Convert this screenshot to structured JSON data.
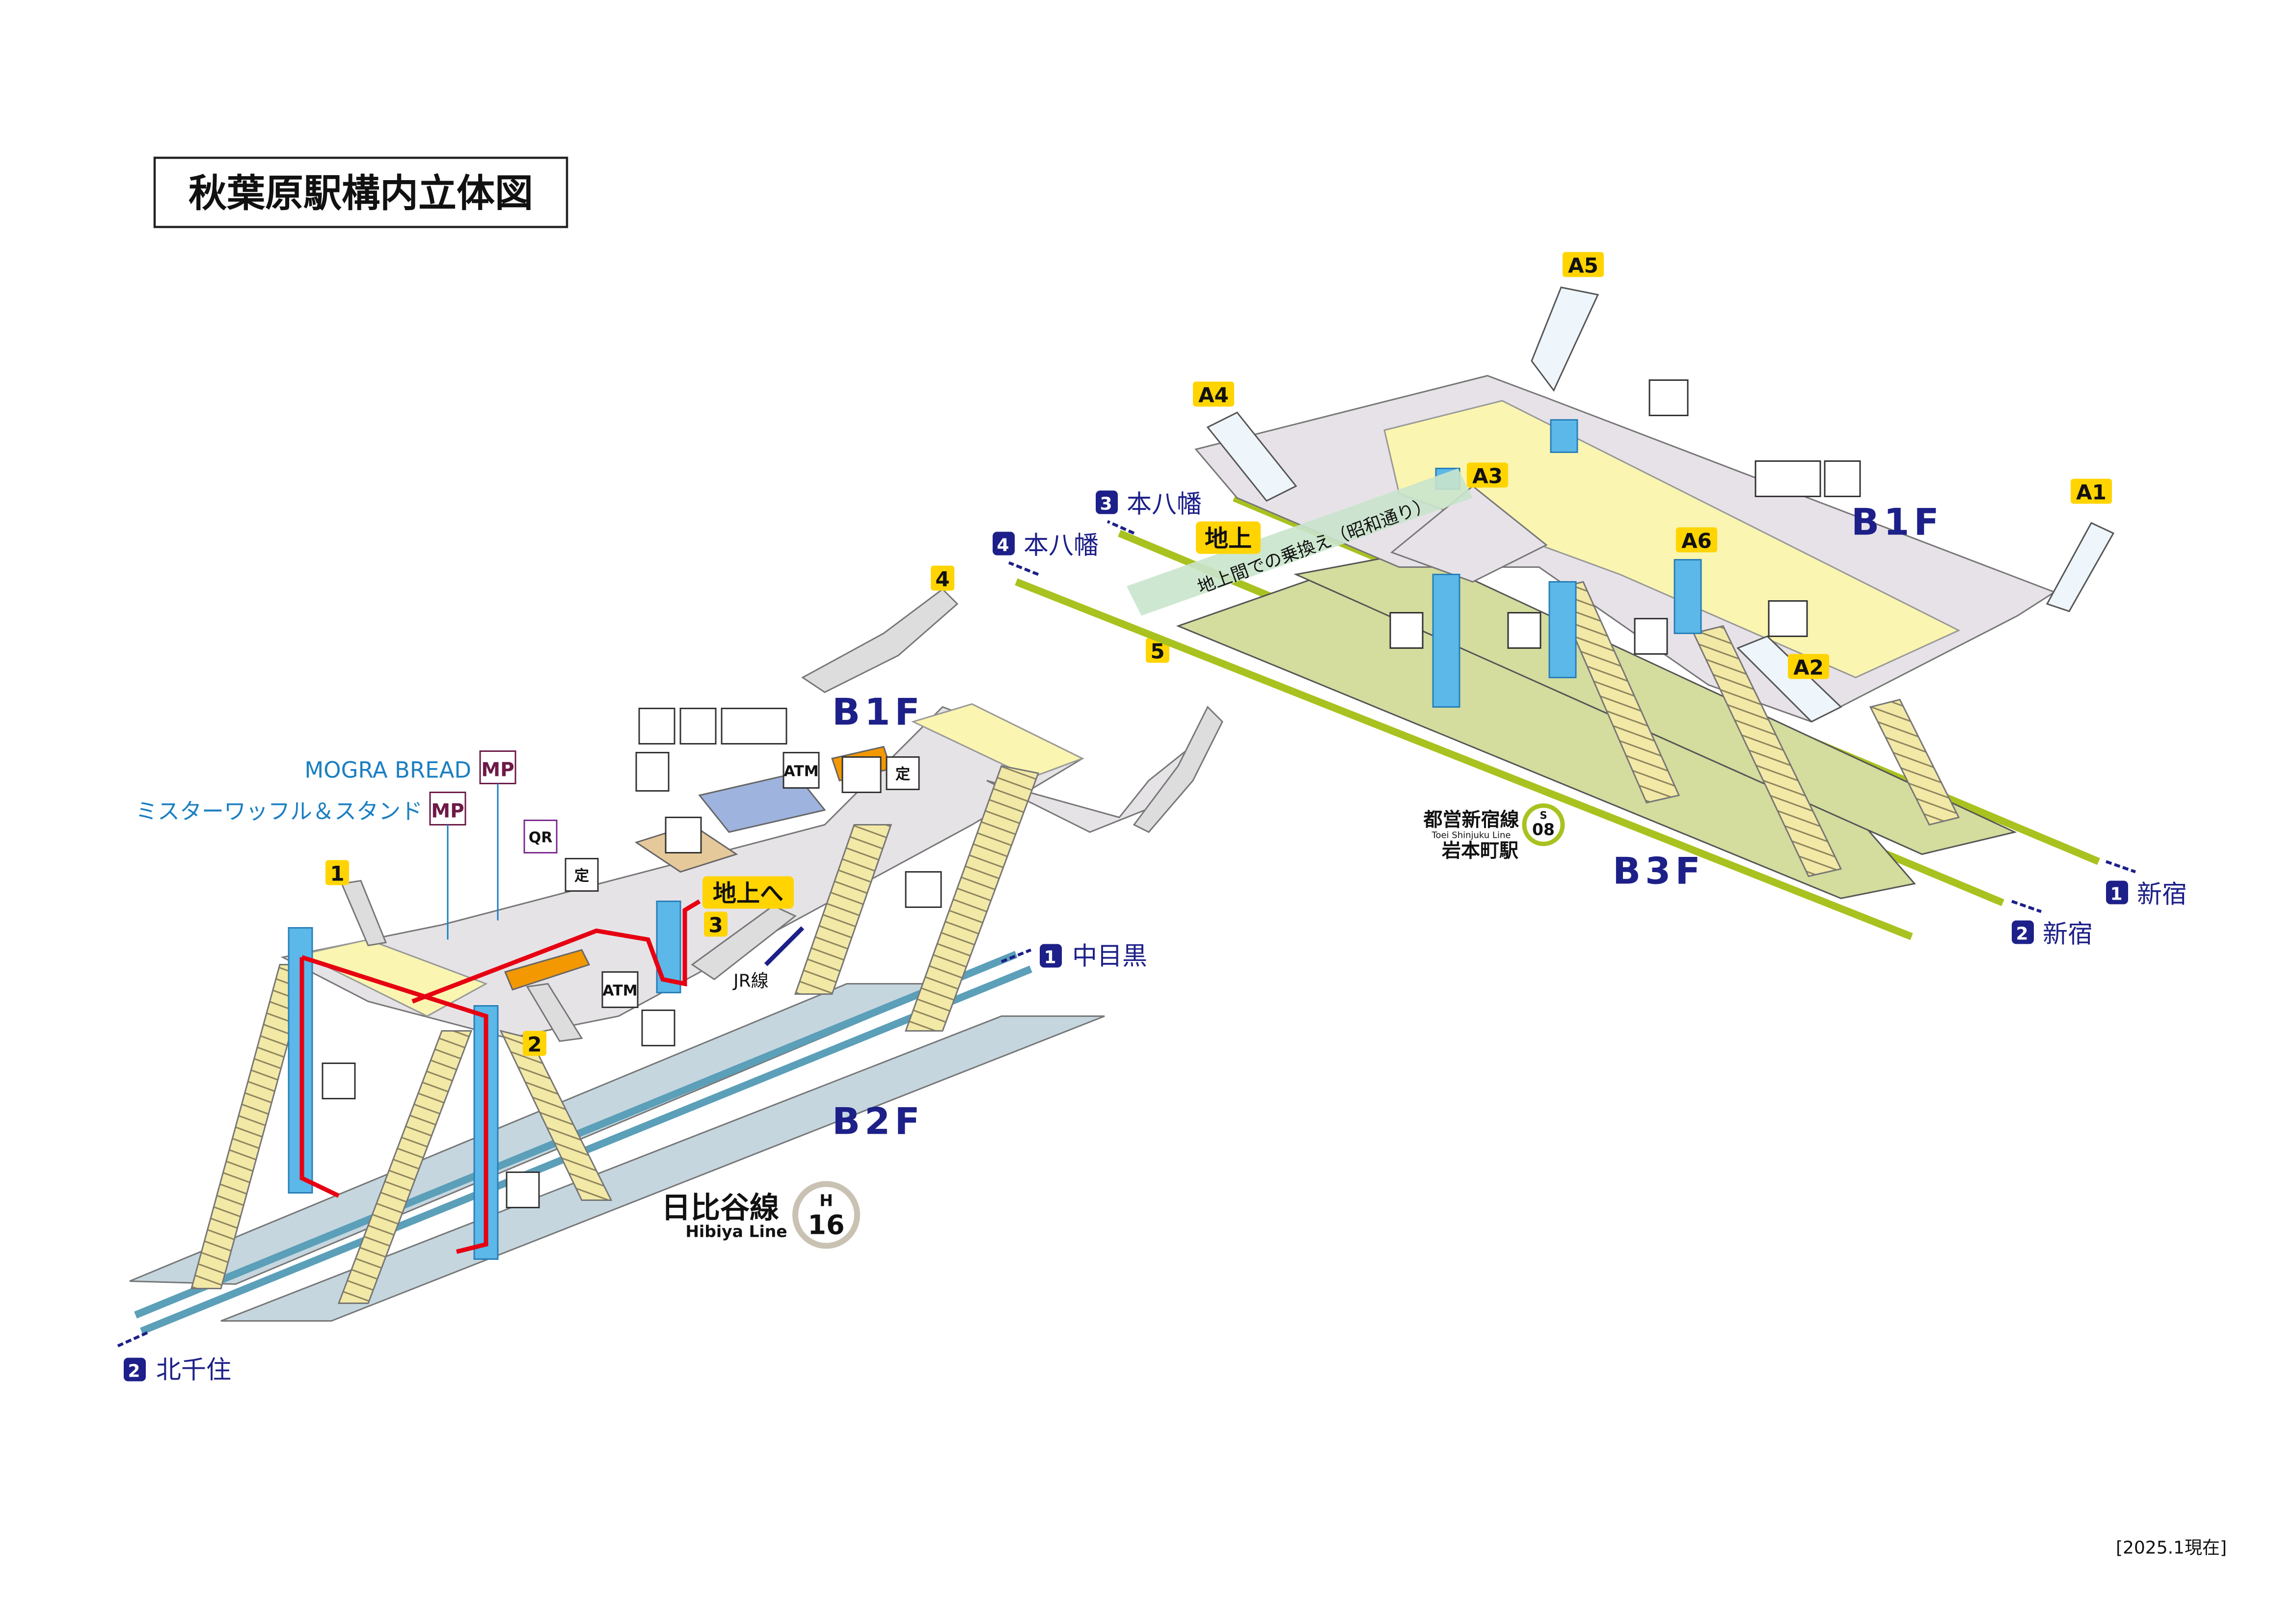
{
  "title": "秋葉原駅構内立体図",
  "date": "[2025.1現在]",
  "colors": {
    "hibiya": "#5b9fb9",
    "shinjuku": "#a9c21f",
    "floor_label": "#1d2088",
    "exit_badge": "#ffd400",
    "elevator": "#5bb8e8",
    "route": "#e60012"
  },
  "hibiya": {
    "b1f": "B1F",
    "b2f": "B2F",
    "line_ja": "日比谷線",
    "line_en": "Hibiya Line",
    "code_letter": "H",
    "code_num": "16",
    "exits": [
      "1",
      "2",
      "3",
      "4",
      "5"
    ],
    "to_surface": "地上へ",
    "jr": "JR線",
    "shops": [
      {
        "name": "MOGRA BREAD",
        "badge": "MP"
      },
      {
        "name": "ミスターワッフル＆スタンド",
        "badge": "MP"
      }
    ],
    "directions": [
      {
        "num": "1",
        "name": "中目黒"
      },
      {
        "num": "2",
        "name": "北千住"
      }
    ],
    "icons": {
      "atm": "ATM",
      "qr": "QR",
      "pass": "定"
    }
  },
  "shinjuku": {
    "b1f": "B1F",
    "b3f": "B3F",
    "exits": [
      "A1",
      "A2",
      "A3",
      "A4",
      "A5",
      "A6"
    ],
    "surface": "地上",
    "transfer": "地上間での乗換え（昭和通り）",
    "directions": [
      {
        "num": "1",
        "name": "新宿"
      },
      {
        "num": "2",
        "name": "新宿"
      },
      {
        "num": "3",
        "name": "本八幡"
      },
      {
        "num": "4",
        "name": "本八幡"
      }
    ],
    "toei": {
      "name": "都営新宿線",
      "en": "Toei Shinjuku Line",
      "station": "岩本町駅",
      "code_letter": "S",
      "code_num": "08"
    }
  }
}
